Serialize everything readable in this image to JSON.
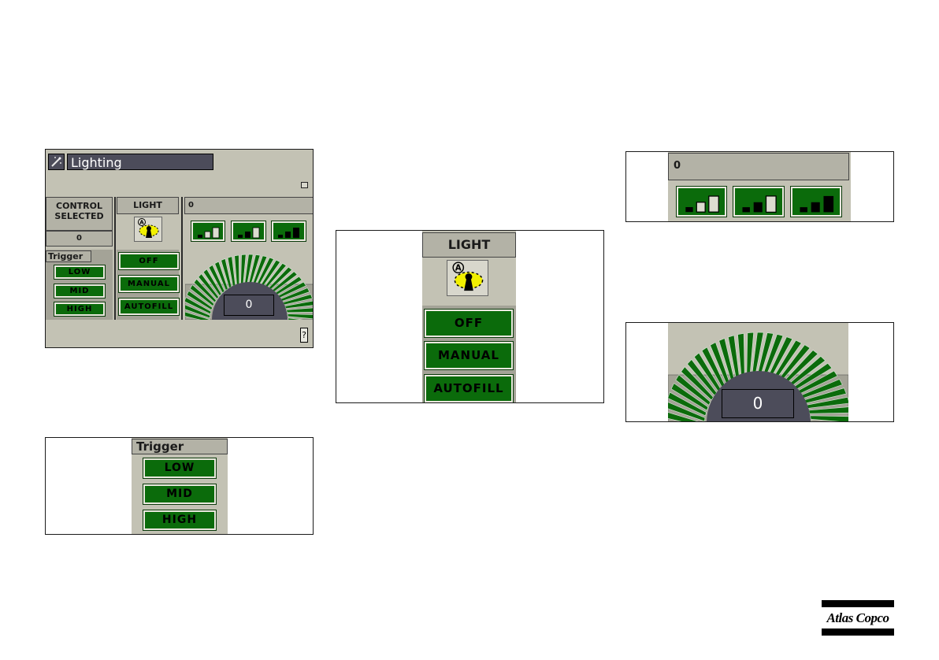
{
  "main_screen": {
    "title": "Lighting",
    "control_selected_label_line1": "CONTROL",
    "control_selected_label_line2": "SELECTED",
    "control_value": "0",
    "trigger_label": "Trigger",
    "trigger_buttons": [
      "LOW",
      "MID",
      "HIGH"
    ],
    "light_label": "LIGHT",
    "light_buttons": [
      "OFF",
      "MANUAL",
      "AUTOFILL"
    ],
    "level_value": "0",
    "dial_value": "0"
  },
  "detail_trigger": {
    "label": "Trigger",
    "buttons": [
      "LOW",
      "MID",
      "HIGH"
    ]
  },
  "detail_light": {
    "label": "LIGHT",
    "buttons": [
      "OFF",
      "MANUAL",
      "AUTOFILL"
    ]
  },
  "detail_level": {
    "value": "0"
  },
  "detail_dial": {
    "value": "0"
  },
  "logo": {
    "text": "Atlas Copco"
  },
  "colors": {
    "button_green": "#0b6b0b",
    "screen_bg": "#c3c2b4",
    "counter_bg": "#4c4c5a"
  }
}
